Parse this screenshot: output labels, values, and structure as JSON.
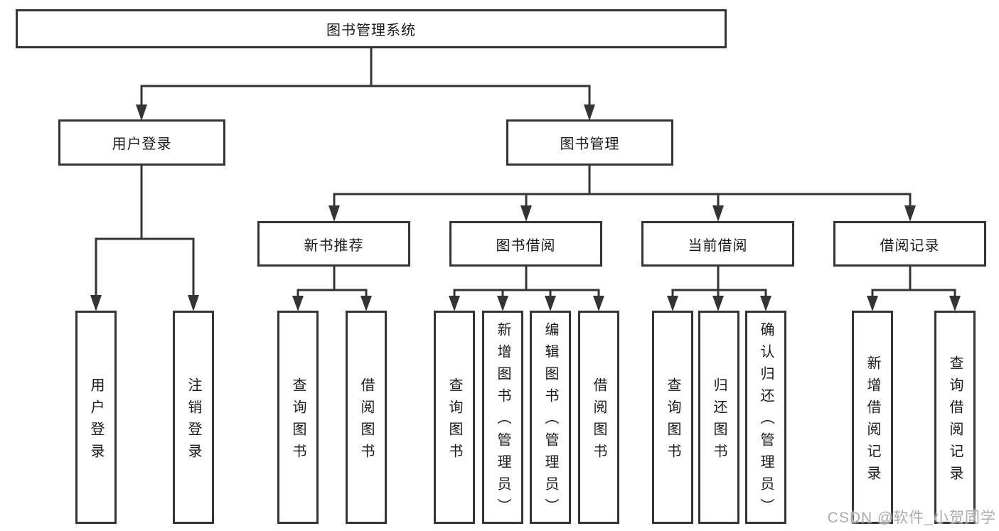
{
  "diagram_title": "图书管理系统",
  "tree": {
    "root": {
      "label": "图书管理系统"
    },
    "branches": [
      {
        "label": "用户登录",
        "children": [
          {
            "label": "用户登录"
          },
          {
            "label": "注销登录"
          }
        ]
      },
      {
        "label": "图书管理",
        "groups": [
          {
            "label": "新书推荐",
            "children": [
              {
                "label": "查询图书"
              },
              {
                "label": "借阅图书"
              }
            ]
          },
          {
            "label": "图书借阅",
            "children": [
              {
                "label": "查询图书"
              },
              {
                "label": "新增图书（管理员）"
              },
              {
                "label": "编辑图书（管理员）"
              },
              {
                "label": "借阅图书"
              }
            ]
          },
          {
            "label": "当前借阅",
            "children": [
              {
                "label": "查询图书"
              },
              {
                "label": "归还图书"
              },
              {
                "label": "确认归还（管理员）"
              }
            ]
          },
          {
            "label": "借阅记录",
            "children": [
              {
                "label": "新增借阅记录"
              },
              {
                "label": "查询借阅记录"
              }
            ]
          }
        ]
      }
    ]
  },
  "watermark": {
    "text": "CSDN @软件_小贺同学"
  },
  "colors": {
    "line": "#343434",
    "box_border": "#343434",
    "box_fill": "#ffffff",
    "text": "#1b1b1b",
    "watermark": "#ababab",
    "background": "#ffffff"
  }
}
